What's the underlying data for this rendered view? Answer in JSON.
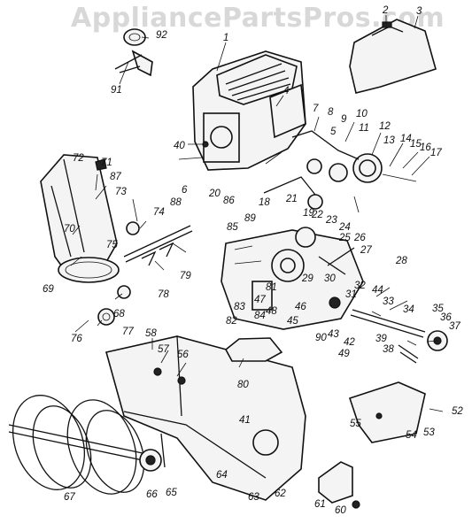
{
  "watermark": "AppliancePartsPros.com",
  "part_numbers": [
    "1",
    "2",
    "3",
    "4",
    "5",
    "6",
    "7",
    "8",
    "9",
    "10",
    "11",
    "12",
    "13",
    "14",
    "15",
    "16",
    "17",
    "18",
    "19",
    "20",
    "21",
    "22",
    "23",
    "24",
    "25",
    "26",
    "27",
    "28",
    "29",
    "30",
    "31",
    "32",
    "33",
    "34",
    "35",
    "36",
    "37",
    "38",
    "39",
    "40",
    "41",
    "42",
    "43",
    "44",
    "45",
    "46",
    "47",
    "48",
    "49",
    "52",
    "53",
    "54",
    "55",
    "56",
    "57",
    "58",
    "60",
    "61",
    "62",
    "63",
    "64",
    "65",
    "66",
    "67",
    "68",
    "69",
    "70",
    "71",
    "72",
    "73",
    "74",
    "75",
    "76",
    "77",
    "78",
    "79",
    "80",
    "81",
    "82",
    "83",
    "84",
    "85",
    "86",
    "87",
    "88",
    "89",
    "90",
    "91",
    "92"
  ]
}
